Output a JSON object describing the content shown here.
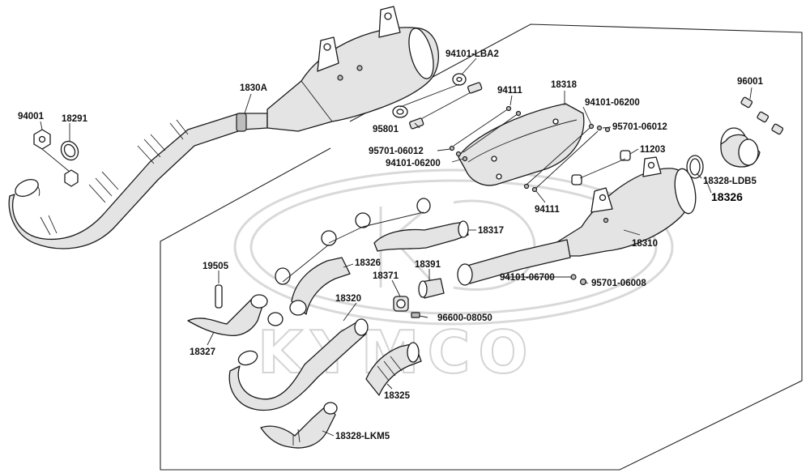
{
  "diagram": {
    "watermark": "KYMCO",
    "assembly_label": "18326",
    "labels": {
      "p1830A": "1830A",
      "p94001": "94001",
      "p18291": "18291",
      "p94101_LBA2": "94101-LBA2",
      "p94111_top": "94111",
      "p18318": "18318",
      "p96001": "96001",
      "p94101_06200_r": "94101-06200",
      "p95701_06012_r": "95701-06012",
      "p95801": "95801",
      "p95701_06012_l": "95701-06012",
      "p94101_06200_l": "94101-06200",
      "p11203": "11203",
      "p18328_LDB5": "18328-LDB5",
      "p94111_bot": "94111",
      "p18317": "18317",
      "p18310": "18310",
      "p19505": "19505",
      "p18326": "18326",
      "p18391": "18391",
      "p18371": "18371",
      "p94101_06700": "94101-06700",
      "p95701_06008": "95701-06008",
      "p18320": "18320",
      "p96600_08050": "96600-08050",
      "p18327": "18327",
      "p18325": "18325",
      "p18328_LKM5": "18328-LKM5"
    }
  }
}
